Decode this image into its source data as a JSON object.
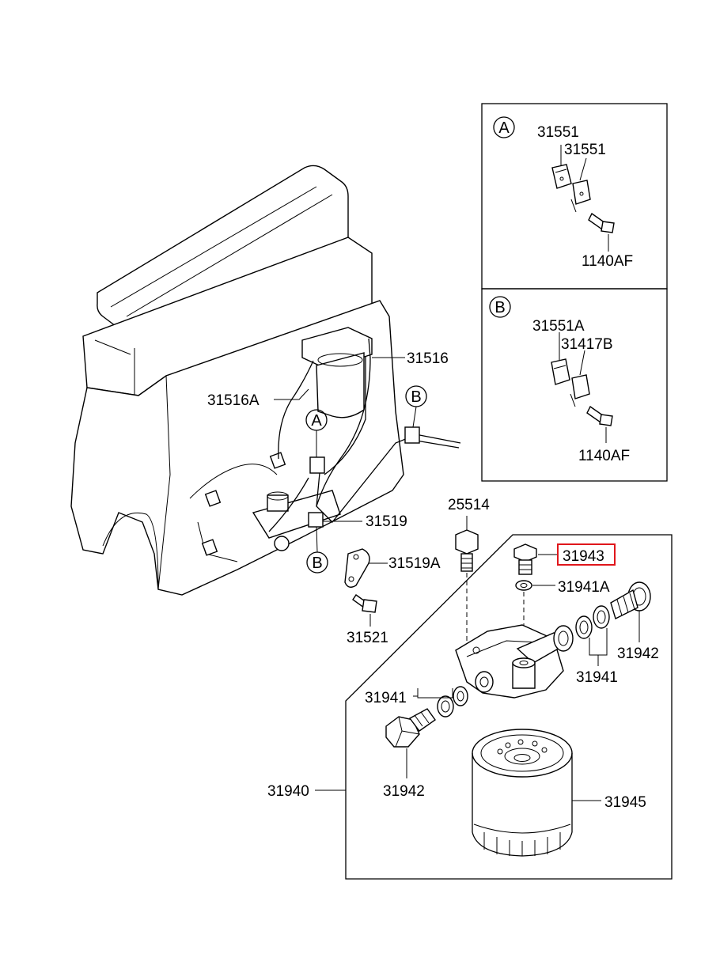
{
  "labels": {
    "p31551_a": "31551",
    "p31551_b": "31551",
    "p1140af_a": "1140AF",
    "p31551a": "31551A",
    "p31417b": "31417B",
    "p1140af_b": "1140AF",
    "p31516": "31516",
    "p31516a": "31516A",
    "p25514": "25514",
    "p31519": "31519",
    "p31519a": "31519A",
    "p31521": "31521",
    "p31943": "31943",
    "p31941a": "31941A",
    "p31942_r": "31942",
    "p31941_r": "31941",
    "p31941_l": "31941",
    "p31942_l": "31942",
    "p31940": "31940",
    "p31945": "31945"
  },
  "callouts": {
    "a_inset": "A",
    "b_inset": "B",
    "a_main": "A",
    "b_main_top": "B",
    "b_main_bottom": "B"
  },
  "highlight": {
    "part": "31943",
    "color": "#e0161b"
  },
  "colors": {
    "line": "#000000",
    "background": "#ffffff"
  }
}
